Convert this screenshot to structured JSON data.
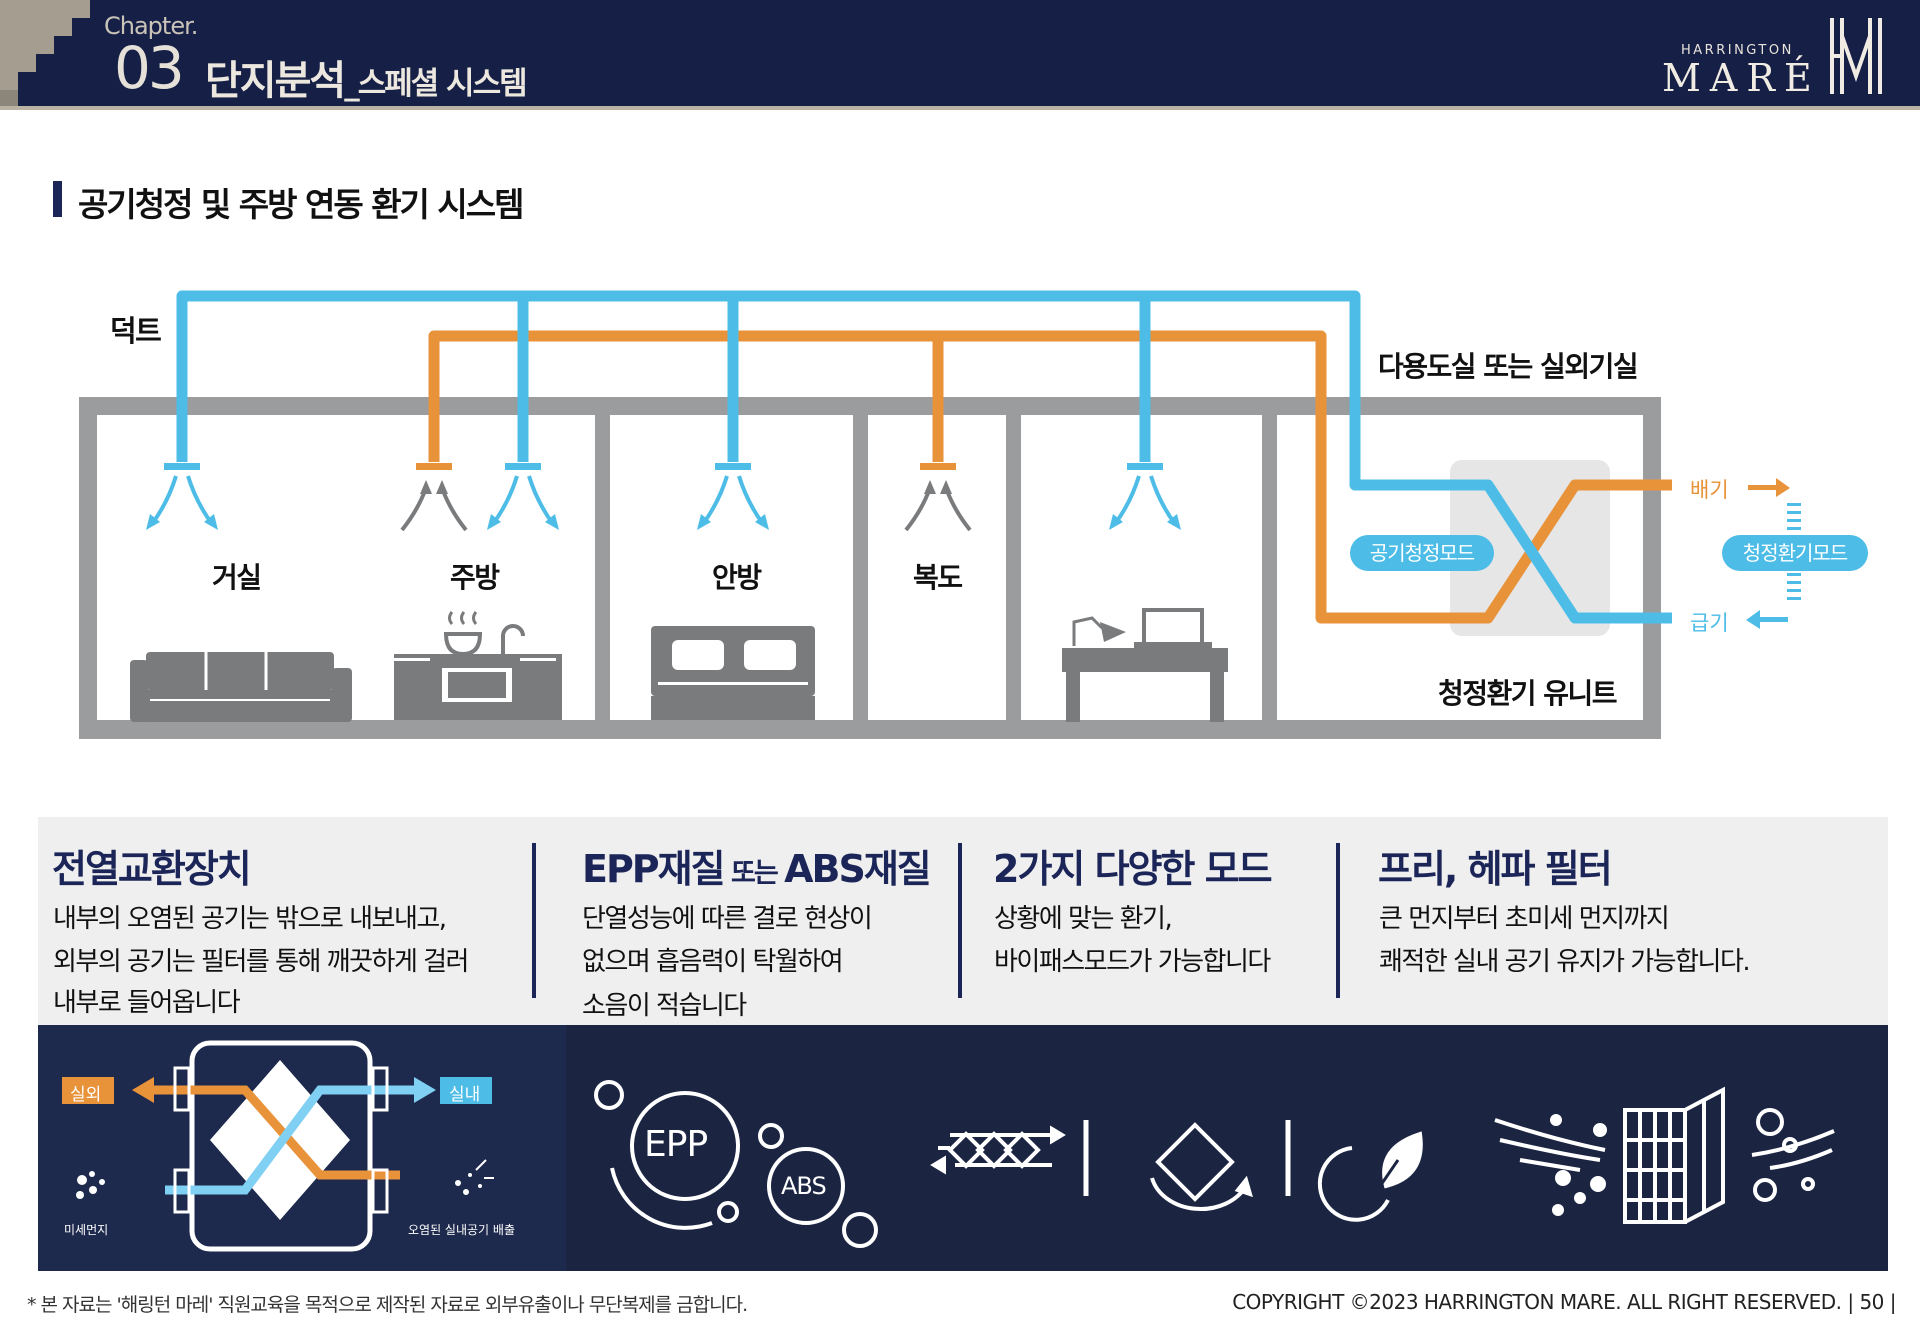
{
  "header": {
    "chapter_label": "Chapter.",
    "chapter_number": "03",
    "title_main": "단지분석",
    "title_sub": "_스페셜 시스템",
    "brand_small": "HARRINGTON",
    "brand_big": "MARÉ"
  },
  "section_title": "공기청정 및 주방 연동 환기 시스템",
  "diagram": {
    "duct_label": "덕트",
    "utility_room_label": "다용도실 또는 실외기실",
    "rooms": [
      "거실",
      "주방",
      "안방",
      "복도"
    ],
    "unit_label": "청정환기 유니트",
    "mode_left": "공기청정모드",
    "mode_right": "청정환기모드",
    "exhaust": "배기",
    "supply": "급기",
    "colors": {
      "blue": "#4dbde8",
      "orange": "#e8923a",
      "wall": "#9b9c9e",
      "icon": "#7a7b7d"
    }
  },
  "features": [
    {
      "title": "전열교환장치",
      "lines": [
        "내부의 오염된 공기는 밖으로 내보내고,",
        "외부의 공기는 필터를 통해 깨끗하게 걸러",
        "내부로 들어옵니다"
      ]
    },
    {
      "title_a": "EPP재질",
      "title_b": " 또는 ",
      "title_c": "ABS재질",
      "lines": [
        "단열성능에 따른 결로 현상이",
        "없으며 흡음력이 탁월하여",
        "소음이 적습니다"
      ]
    },
    {
      "title": "2가지 다양한 모드",
      "lines": [
        "상황에 맞는 환기,",
        "바이패스모드가 가능합니다"
      ]
    },
    {
      "title": "프리, 헤파 필터",
      "lines": [
        "큰 먼지부터 초미세 먼지까지",
        "쾌적한 실내 공기 유지가 가능합니다."
      ]
    }
  ],
  "icons": {
    "outside": "실외",
    "inside": "실내",
    "fine_dust": "미세먼지",
    "polluted_air": "오염된 실내공기 배출",
    "epp": "EPP",
    "abs": "ABS"
  },
  "footer": {
    "notice": "* 본 자료는 '해링턴 마레' 직원교육을 목적으로 제작된 자료로 외부유출이나 무단복제를 금합니다.",
    "copyright": "COPYRIGHT ©2023 HARRINGTON MARE. ALL RIGHT RESERVED.",
    "page": "| 50 |"
  }
}
